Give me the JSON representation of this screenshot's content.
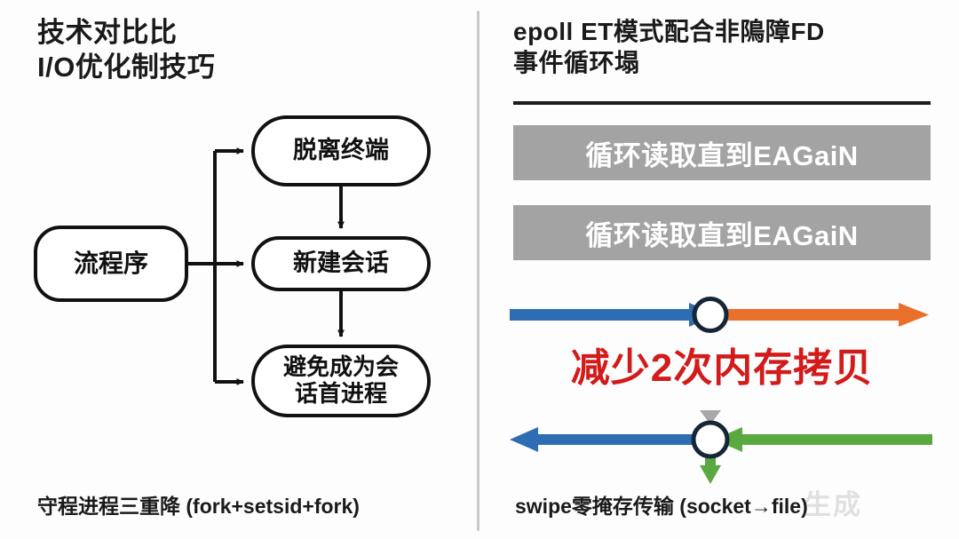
{
  "slide": {
    "background": "#fdfdfd",
    "divider_color": "#c9c9c9"
  },
  "left_panel": {
    "title": "技术对比比\nI/O优化制技巧",
    "caption": "守程进程三重降 (fork+setsid+fork)",
    "flowchart": {
      "nodes": [
        {
          "id": "root",
          "label": "流程序"
        },
        {
          "id": "detach",
          "label": "脱离终端"
        },
        {
          "id": "session",
          "label": "新建会话"
        },
        {
          "id": "avoid",
          "label": "避免成为会\n话首进程"
        }
      ],
      "edges": [
        {
          "from": "root",
          "to": "detach"
        },
        {
          "from": "root",
          "to": "session"
        },
        {
          "from": "root",
          "to": "avoid"
        },
        {
          "from": "detach",
          "to": "session"
        },
        {
          "from": "session",
          "to": "avoid"
        }
      ],
      "line_color": "#111111"
    }
  },
  "right_panel": {
    "title": "epoll ET模式配合非隝障FD\n事件循环塌",
    "caption": "swipe零掩存传输 (socket→file)",
    "bars": [
      {
        "label": "循环读取直到EAGaiN",
        "background": "#a3a3a3",
        "text_color": "#ffffff"
      },
      {
        "label": "循环读取直到EAGaiN",
        "background": "#a3a3a3",
        "text_color": "#ffffff"
      }
    ],
    "highlight_text": "减少2次内存拷贝",
    "highlight_color": "#d21b1b",
    "diagram": {
      "colors": {
        "blue": "#2e6db4",
        "orange": "#e8702a",
        "green": "#5aa840",
        "gray": "#a8a8a8",
        "node_ring": "#162636",
        "node_fill": "#ffffff"
      },
      "top_row": {
        "left_arrow": {
          "color": "#2e6db4",
          "direction": "right"
        },
        "right_arrow": {
          "color": "#e8702a",
          "direction": "right"
        },
        "node": "circle"
      },
      "bottom_row": {
        "left_arrow": {
          "color": "#2e6db4",
          "direction": "left"
        },
        "right_arrow": {
          "color": "#5aa840",
          "direction": "left"
        },
        "down_arrow": {
          "color": "#5aa840",
          "direction": "down"
        },
        "up_marker": {
          "color": "#a8a8a8",
          "direction": "down"
        },
        "node": "circle"
      }
    }
  },
  "watermark": {
    "text": "生成"
  }
}
